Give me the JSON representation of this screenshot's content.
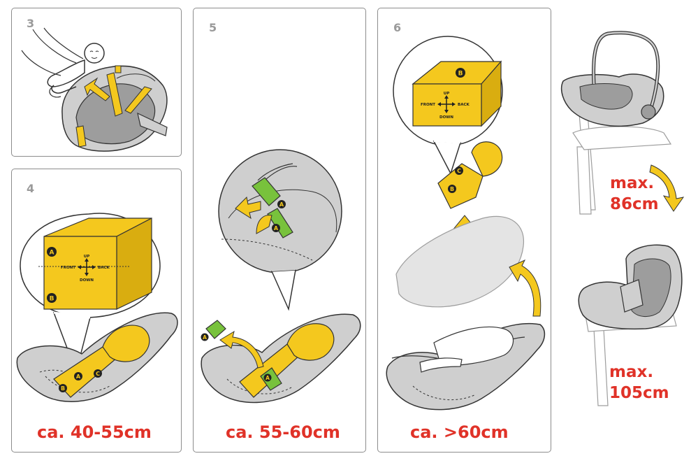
{
  "colors": {
    "accent_red": "#e03228",
    "yellow": "#f4c81e",
    "green": "#78c23c",
    "gray": "#cfcfcf",
    "dark_gray": "#9d9d9d",
    "outline": "#333333",
    "panel_border": "#8c8c8c"
  },
  "panels": {
    "step3": {
      "number": "3"
    },
    "step4": {
      "number": "4",
      "caption": "ca. 40-55cm",
      "callout": {
        "marker_top": "A",
        "marker_bottom": "B",
        "up": "UP",
        "down": "DOWN",
        "front": "FRONT",
        "back": "BACK"
      },
      "markers": [
        "A",
        "B",
        "C"
      ]
    },
    "step5": {
      "number": "5",
      "caption": "ca. 55-60cm",
      "markers": [
        "A",
        "A",
        "A",
        "A"
      ]
    },
    "step6": {
      "number": "6",
      "caption": "ca. >60cm",
      "callout": {
        "marker": "B",
        "up": "UP",
        "down": "DOWN",
        "front": "FRONT",
        "back": "BACK"
      },
      "markers": [
        "C",
        "B"
      ]
    }
  },
  "side": {
    "top_label": {
      "line1": "max.",
      "line2": "86cm"
    },
    "bottom_label": {
      "line1": "max.",
      "line2": "105cm"
    }
  },
  "icons": [
    "baby-icon",
    "arrow-icon",
    "direction-cross-icon",
    "insert-icon",
    "car-seat-icon"
  ]
}
